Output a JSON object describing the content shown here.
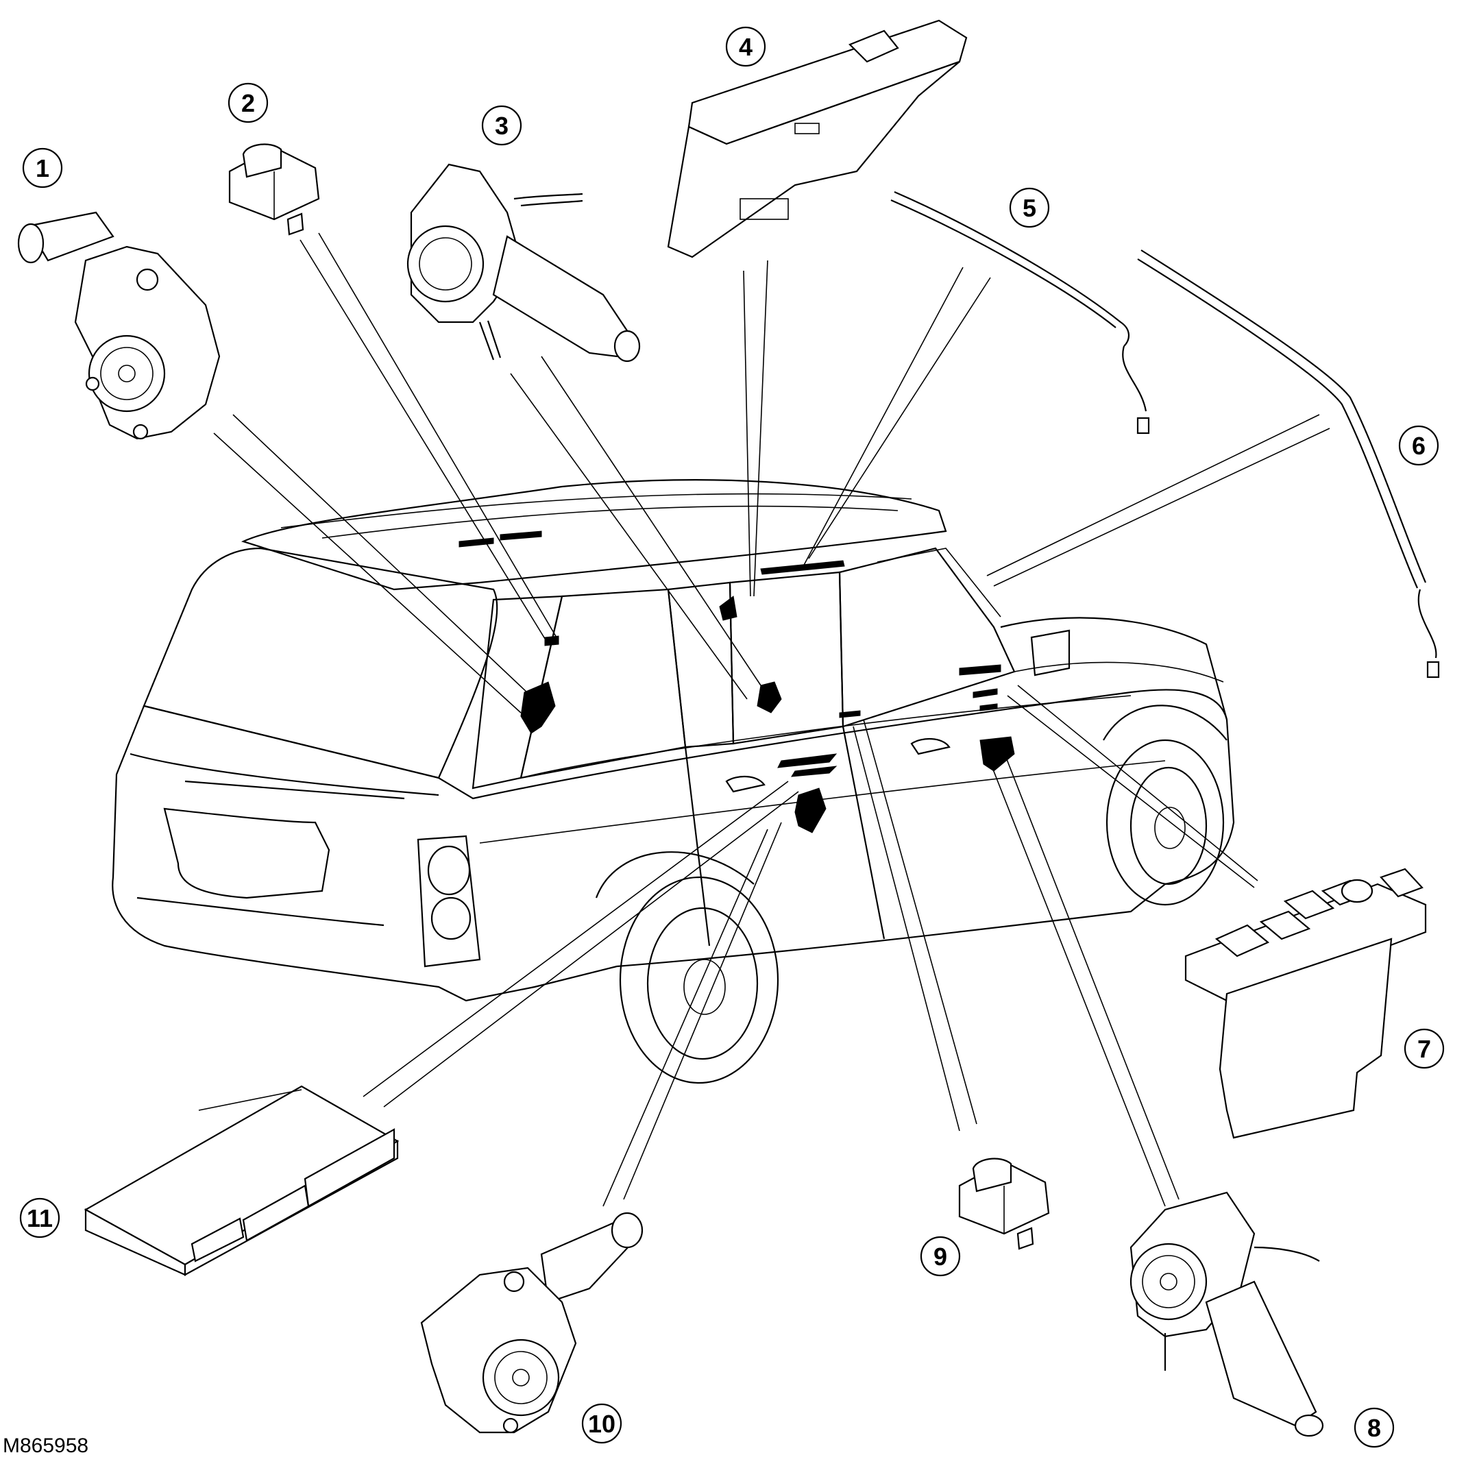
{
  "diagram": {
    "figure_id": "M865958",
    "callouts": [
      {
        "n": "1"
      },
      {
        "n": "2"
      },
      {
        "n": "3"
      },
      {
        "n": "4"
      },
      {
        "n": "5"
      },
      {
        "n": "6"
      },
      {
        "n": "7"
      },
      {
        "n": "8"
      },
      {
        "n": "9"
      },
      {
        "n": "10"
      },
      {
        "n": "11"
      }
    ]
  }
}
